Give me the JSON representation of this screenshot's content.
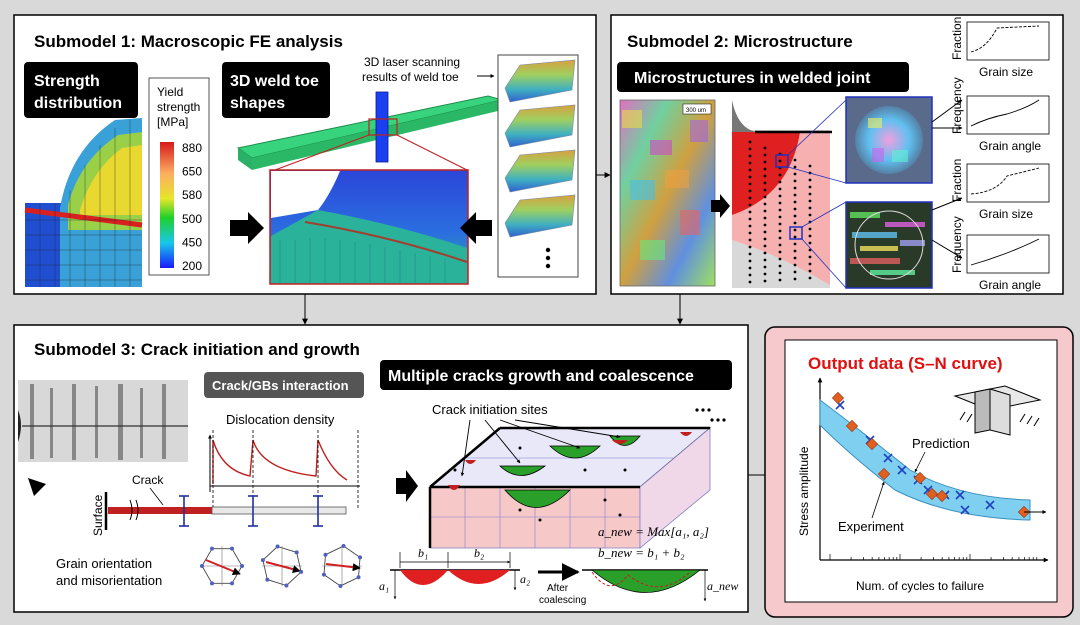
{
  "submodel1": {
    "title": "Submodel 1: Macroscopic FE analysis",
    "strength_label_1": "Strength",
    "strength_label_2": "distribution",
    "legend_title_1": "Yield",
    "legend_title_2": "strength",
    "legend_title_3": "[MPa]",
    "legend_ticks": [
      "880",
      "650",
      "580",
      "500",
      "450",
      "200"
    ],
    "weld_label_1": "3D weld toe",
    "weld_label_2": "shapes",
    "laser_label_1": "3D laser scanning",
    "laser_label_2": "results of weld toe",
    "colors": {
      "legend_top": "#d7191c",
      "legend_mid": "#1fd12a",
      "legend_bottom": "#1a1aff",
      "plate": "#33d17a"
    }
  },
  "submodel2": {
    "title": "Submodel 2: Microstructure",
    "banner": "Microstructures in welded joint",
    "scale_bar": "300 um",
    "graphs": [
      {
        "ylabel": "Fraction",
        "xlabel": "Grain size"
      },
      {
        "ylabel": "Frequency",
        "xlabel": "Grain angle"
      },
      {
        "ylabel": "Fraction",
        "xlabel": "Grain size"
      },
      {
        "ylabel": "Frequency",
        "xlabel": "Grain angle"
      }
    ]
  },
  "submodel3": {
    "title": "Submodel 3: Crack initiation and growth",
    "crack_gbs": "Crack/GBs interaction",
    "dislocation": "Dislocation density",
    "crack": "Crack",
    "surface": "Surface",
    "grain_1": "Grain orientation",
    "grain_2": "and misorientation",
    "multi_banner": "Multiple cracks growth and coalescence",
    "initiation_sites": "Crack initiation sites",
    "a_new": "a_new = Max[a₁, a₂]",
    "b_new": "b_new = b₁ + b₂",
    "b1": "b₁",
    "b2": "b₂",
    "a1": "a₁",
    "a2": "a₂",
    "anew": "a_new",
    "after_1": "After",
    "after_2": "coalescing",
    "colors": {
      "crack_red": "#e02020",
      "crack_green": "#22a022"
    }
  },
  "output": {
    "title": "Output data (S–N curve)",
    "ylabel": "Stress amplitude",
    "xlabel": "Num. of cycles to failure",
    "prediction": "Prediction",
    "experiment": "Experiment",
    "colors": {
      "title": "#e01010",
      "panel_bg": "#f6c9cc",
      "band": "#7fd0f0"
    }
  }
}
